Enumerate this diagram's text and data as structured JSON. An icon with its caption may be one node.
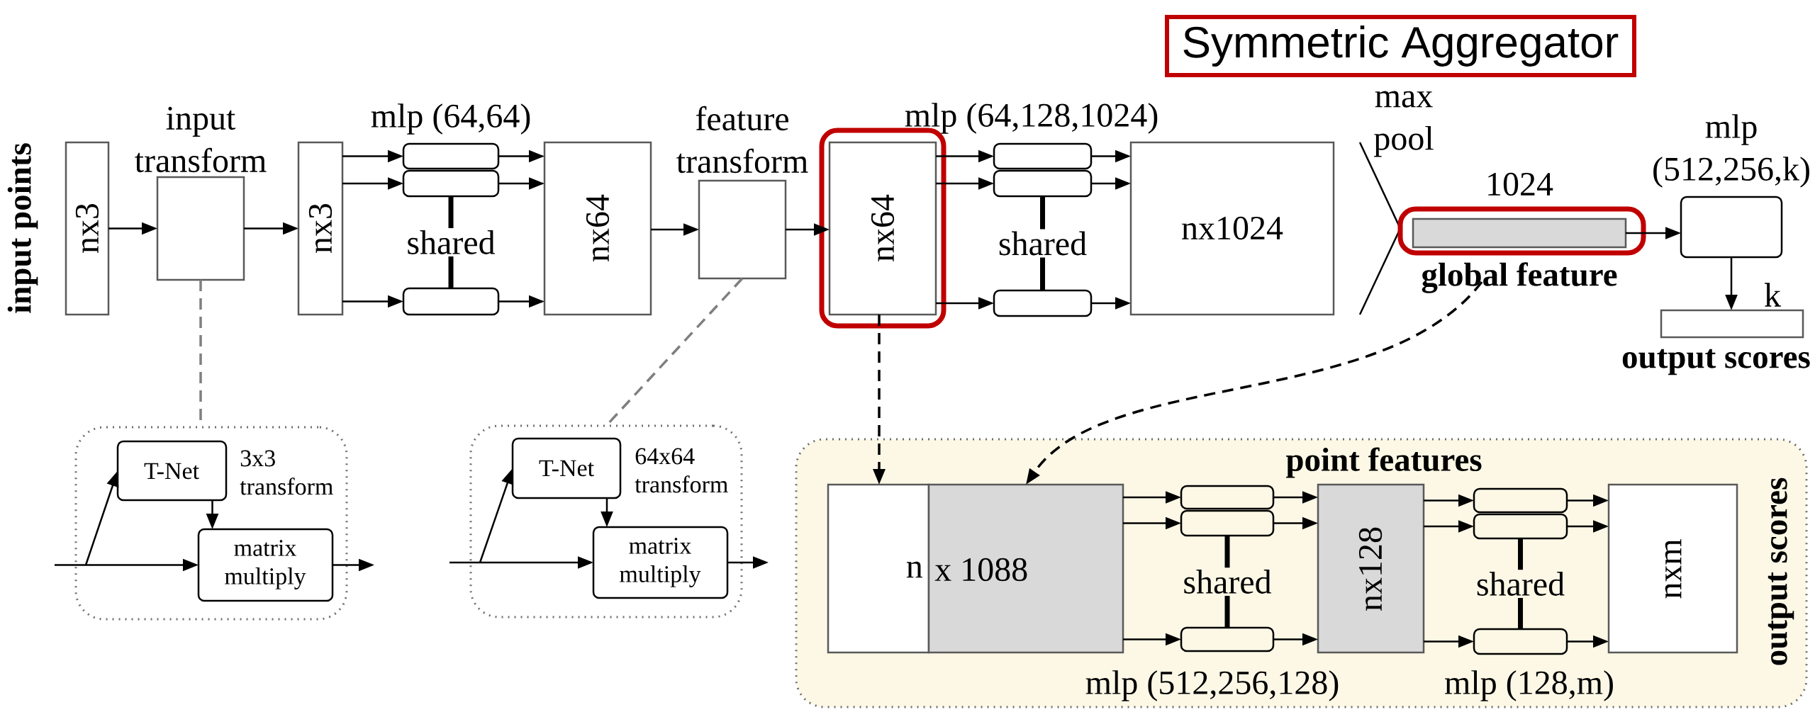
{
  "diagram": {
    "nodes": [
      {
        "text": [
          "Symmetric Aggregator"
        ]
      },
      {
        "text": [
          "nx3"
        ]
      },
      {
        "text": [
          "input transform"
        ]
      },
      {
        "text": [
          "nx3"
        ]
      },
      {
        "text": [],
        "shape": "box"
      },
      {
        "text": [],
        "shape": "box"
      },
      {
        "text": [],
        "shape": "box"
      },
      {
        "text": [
          "nx64"
        ]
      },
      {
        "text": [
          "feature transform"
        ]
      },
      {
        "text": [
          "nx64"
        ]
      },
      {
        "text": [],
        "shape": "box"
      },
      {
        "text": [],
        "shape": "box"
      },
      {
        "text": [],
        "shape": "box"
      },
      {
        "text": [
          "nx1024"
        ]
      },
      {
        "text": [
          "max pool"
        ]
      },
      {
        "text": [
          "1024",
          "global feature"
        ]
      },
      {
        "text": [
          "mlp (512,256,k)"
        ]
      },
      {
        "text": [
          "output scores"
        ],
        "beside": [
          "k"
        ]
      },
      {
        "text": [],
        "shape": "box"
      },
      {
        "text": [
          "T-Net"
        ],
        "beside": [
          "3x3 transform"
        ],
        "in": 18
      },
      {
        "text": [
          "matrix multiply"
        ],
        "in": 18
      },
      {
        "text": [],
        "shape": "box"
      },
      {
        "text": [
          "T-Net"
        ],
        "beside": [
          "64x64 transform"
        ],
        "in": 21
      },
      {
        "text": [
          "matrix multiply"
        ],
        "in": 21
      },
      {
        "text": [
          "point features",
          "output scores"
        ]
      },
      {
        "text": [
          "n"
        ],
        "in": 24
      },
      {
        "text": [
          "x 1088"
        ],
        "in": 24
      },
      {
        "text": [],
        "shape": "box",
        "in": 24
      },
      {
        "text": [],
        "shape": "box",
        "in": 24
      },
      {
        "text": [],
        "shape": "box",
        "in": 24
      },
      {
        "text": [
          "nx128"
        ],
        "in": 24
      },
      {
        "text": [],
        "shape": "box",
        "in": 24
      },
      {
        "text": [],
        "shape": "box",
        "in": 24
      },
      {
        "text": [],
        "shape": "box",
        "in": 24
      },
      {
        "text": [
          "nxm"
        ],
        "in": 24
      }
    ],
    "edges": [
      {
        "from": 1,
        "to": 2,
        "arrow": "to"
      },
      {
        "from": 2,
        "to": 3,
        "arrow": "to"
      },
      {
        "from": 3,
        "to": 4,
        "arrow": "to"
      },
      {
        "from": 3,
        "to": 5,
        "arrow": "to"
      },
      {
        "from": 3,
        "to": 6,
        "arrow": "to"
      },
      {
        "from": 4,
        "to": 7,
        "arrow": "to"
      },
      {
        "from": 5,
        "to": 7,
        "arrow": "to"
      },
      {
        "from": 6,
        "to": 7,
        "arrow": "to"
      },
      {
        "from": 5,
        "to": 6,
        "arrow": "none",
        "label": "shared",
        "style": "thick"
      },
      {
        "from": 7,
        "to": 8,
        "arrow": "to"
      },
      {
        "from": 8,
        "to": 9,
        "arrow": "to"
      },
      {
        "from": 9,
        "to": 10,
        "arrow": "to"
      },
      {
        "from": 9,
        "to": 11,
        "arrow": "to"
      },
      {
        "from": 9,
        "to": 12,
        "arrow": "to"
      },
      {
        "from": 10,
        "to": 13,
        "arrow": "to"
      },
      {
        "from": 11,
        "to": 13,
        "arrow": "to"
      },
      {
        "from": 12,
        "to": 13,
        "arrow": "to"
      },
      {
        "from": 11,
        "to": 12,
        "arrow": "none",
        "label": "shared",
        "style": "thick"
      },
      {
        "from": 15,
        "to": 16,
        "arrow": "to"
      },
      {
        "from": 16,
        "to": 17,
        "arrow": "to"
      },
      {
        "from": 2,
        "to": 18,
        "arrow": "none",
        "style": "dashed",
        "color": "#7f7f7f"
      },
      {
        "from": 8,
        "to": 21,
        "arrow": "none",
        "style": "dashed",
        "color": "#7f7f7f"
      },
      {
        "from": 9,
        "to": 25,
        "arrow": "to",
        "style": "dashed"
      },
      {
        "from": 15,
        "to": 26,
        "arrow": "to",
        "style": "dashed"
      },
      {
        "from": null,
        "to": 20,
        "arrow": "to"
      },
      {
        "from": null,
        "to": 19,
        "arrow": "to"
      },
      {
        "from": 19,
        "to": 20,
        "arrow": "to"
      },
      {
        "from": 20,
        "to": null,
        "arrow": "to"
      },
      {
        "from": null,
        "to": 23,
        "arrow": "to"
      },
      {
        "from": null,
        "to": 22,
        "arrow": "to"
      },
      {
        "from": 22,
        "to": 23,
        "arrow": "to"
      },
      {
        "from": 23,
        "to": null,
        "arrow": "to"
      },
      {
        "from": 26,
        "to": 27,
        "arrow": "to"
      },
      {
        "from": 26,
        "to": 28,
        "arrow": "to"
      },
      {
        "from": 26,
        "to": 29,
        "arrow": "to"
      },
      {
        "from": 27,
        "to": 30,
        "arrow": "to"
      },
      {
        "from": 28,
        "to": 30,
        "arrow": "to"
      },
      {
        "from": 29,
        "to": 30,
        "arrow": "to"
      },
      {
        "from": 28,
        "to": 29,
        "arrow": "none",
        "label": "shared",
        "style": "thick"
      },
      {
        "from": 30,
        "to": 31,
        "arrow": "to"
      },
      {
        "from": 30,
        "to": 32,
        "arrow": "to"
      },
      {
        "from": 30,
        "to": 33,
        "arrow": "to"
      },
      {
        "from": 31,
        "to": 34,
        "arrow": "to"
      },
      {
        "from": 32,
        "to": 34,
        "arrow": "to"
      },
      {
        "from": 33,
        "to": 34,
        "arrow": "to"
      },
      {
        "from": 32,
        "to": 33,
        "arrow": "none",
        "label": "shared",
        "style": "thick"
      }
    ],
    "labels": [
      "input points",
      "mlp (64,64)",
      "mlp (64,128,1024)",
      "mlp (512,256,128)",
      "mlp (128,m)"
    ]
  }
}
